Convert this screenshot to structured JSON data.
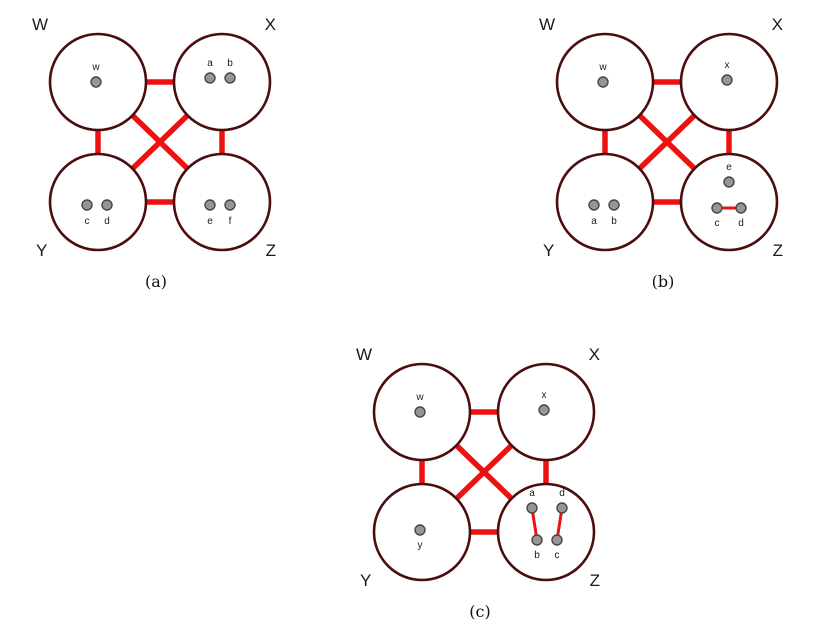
{
  "colors": {
    "edge": "#ee1111",
    "circle-stroke": "#4b0d0d",
    "dot-fill": "#999594",
    "dot-stroke": "#4a4543",
    "label": "#1a1a1a"
  },
  "diagrams": [
    {
      "caption": "(a)",
      "corners": {
        "tl": "W",
        "tr": "X",
        "bl": "Y",
        "br": "Z"
      },
      "edges": [
        "W-X",
        "W-Y",
        "X-Z",
        "Y-Z",
        "W-Z",
        "X-Y"
      ],
      "sets": {
        "W": [
          "w"
        ],
        "X": [
          "a",
          "b"
        ],
        "Y": [
          "c",
          "d"
        ],
        "Z": [
          "e",
          "f"
        ]
      },
      "inner_edges": []
    },
    {
      "caption": "(b)",
      "corners": {
        "tl": "W",
        "tr": "X",
        "bl": "Y",
        "br": "Z"
      },
      "edges": [
        "W-X",
        "W-Y",
        "X-Z",
        "Y-Z",
        "W-Z",
        "X-Y"
      ],
      "sets": {
        "W": [
          "w"
        ],
        "X": [
          "x"
        ],
        "Y": [
          "a",
          "b"
        ],
        "Z": [
          "e",
          "c",
          "d"
        ]
      },
      "inner_edges": [
        "c-d"
      ]
    },
    {
      "caption": "(c)",
      "corners": {
        "tl": "W",
        "tr": "X",
        "bl": "Y",
        "br": "Z"
      },
      "edges": [
        "W-X",
        "W-Y",
        "X-Z",
        "Y-Z",
        "W-Z",
        "X-Y"
      ],
      "sets": {
        "W": [
          "w"
        ],
        "X": [
          "x"
        ],
        "Y": [
          "y"
        ],
        "Z": [
          "a",
          "d",
          "b",
          "c"
        ]
      },
      "inner_edges": [
        "a-b",
        "d-c"
      ]
    }
  ]
}
